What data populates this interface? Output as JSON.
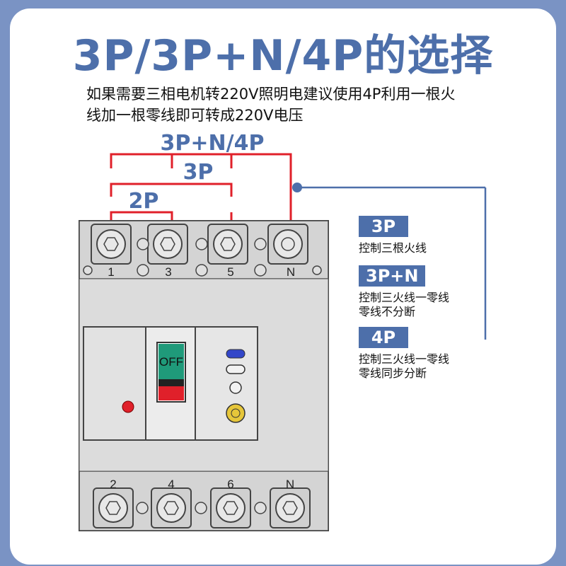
{
  "title": "3P/3P+N/4P的选择",
  "intro": {
    "line1": "如果需要三相电机转220V照明电建议使用4P利用一根火",
    "line2": "线加一根零线即可转成220V电压"
  },
  "bracket_labels": {
    "top": "3P+N/4P",
    "mid": "3P",
    "low": "2P"
  },
  "terminals_top": [
    "1",
    "3",
    "5",
    "N"
  ],
  "terminals_bottom": [
    "2",
    "4",
    "6",
    "N"
  ],
  "switch_label": "OFF",
  "options": [
    {
      "badge": "3P",
      "lines": [
        "控制三根火线"
      ]
    },
    {
      "badge": "3P+N",
      "lines": [
        "控制三火线一零线",
        "零线不分断"
      ]
    },
    {
      "badge": "4P",
      "lines": [
        "控制三火线一零线",
        "零线同步分断"
      ]
    }
  ],
  "colors": {
    "accent": "#4d6faa",
    "bracket": "#e0202a",
    "background": "#7a93c4"
  }
}
